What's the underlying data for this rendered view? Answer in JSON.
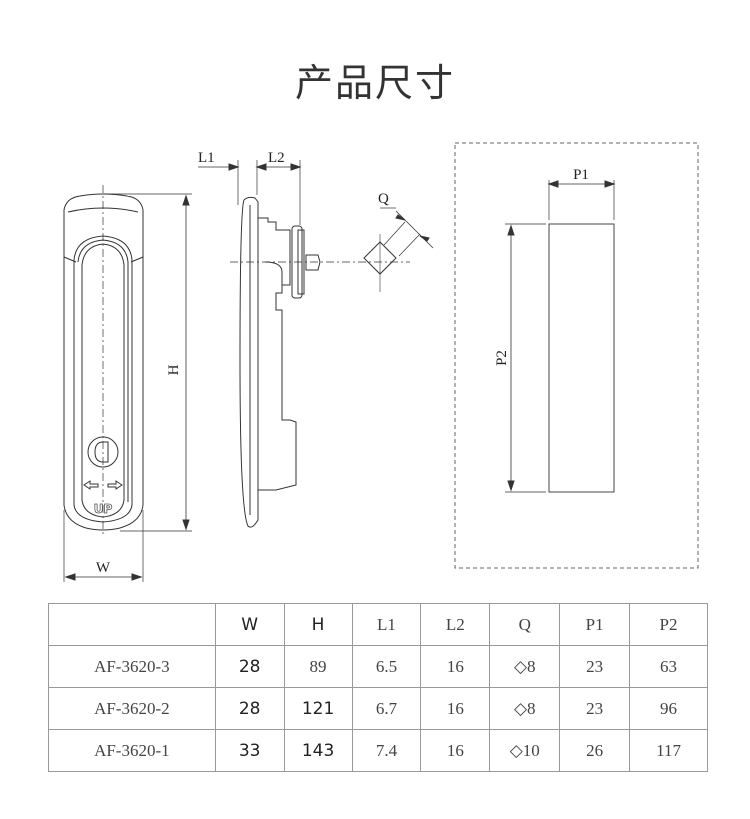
{
  "title": "产品尺寸",
  "drawing": {
    "labels": {
      "L1": "L1",
      "L2": "L2",
      "Q": "Q",
      "H": "H",
      "W": "W",
      "P1": "P1",
      "P2": "P2",
      "up": "UP"
    }
  },
  "table": {
    "headers": [
      "",
      "W",
      "H",
      "L1",
      "L2",
      "Q",
      "P1",
      "P2"
    ],
    "rows": [
      [
        "AF-3620-3",
        "28",
        "89",
        "6.5",
        "16",
        "◇8",
        "23",
        "63"
      ],
      [
        "AF-3620-2",
        "28",
        "121",
        "6.7",
        "16",
        "◇8",
        "23",
        "96"
      ],
      [
        "AF-3620-1",
        "33",
        "143",
        "7.4",
        "16",
        "◇10",
        "26",
        "117"
      ]
    ]
  }
}
